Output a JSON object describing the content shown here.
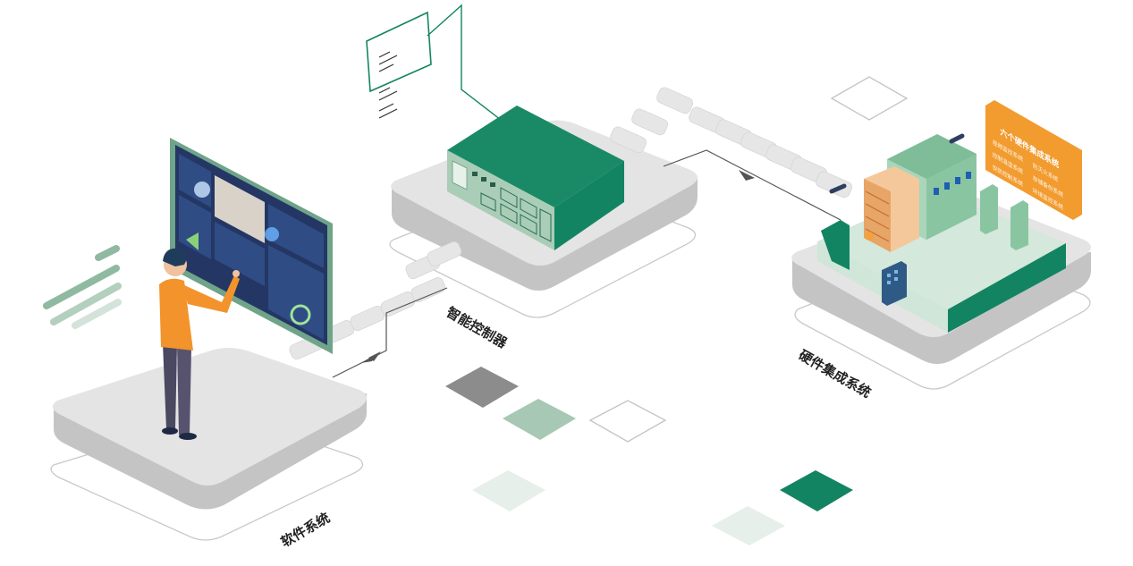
{
  "labels": {
    "software": "软件系统",
    "controller": "智能控制器",
    "hardware": "硬件集成系统"
  },
  "sign": {
    "title": "六个硬件集成系统",
    "items": [
      [
        "视频监控系统",
        "防灭火系统"
      ],
      [
        "控制温湿系统",
        "存储备份系统"
      ],
      [
        "安防控制系统",
        "环境监控系统"
      ]
    ]
  },
  "colors": {
    "brand_green": "#138462",
    "light_green": "#8fc2a5",
    "platform": "#e2e2e2",
    "sign_orange": "#f29b2f",
    "shirt_orange": "#f2932b"
  }
}
